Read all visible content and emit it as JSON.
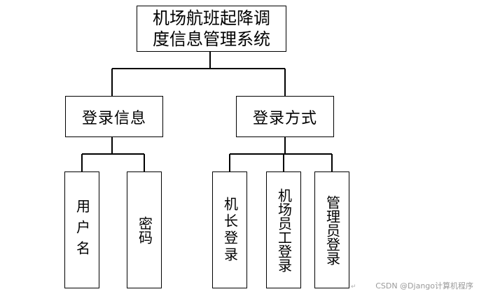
{
  "diagram": {
    "root": {
      "line1": "机场航班起降调",
      "line2": "度信息管理系统"
    },
    "branches": [
      {
        "label": "登录信息",
        "children": [
          "用户名",
          "密码"
        ]
      },
      {
        "label": "登录方式",
        "children": [
          "机长登录",
          "机场员工登录",
          "管理员登录"
        ]
      }
    ]
  },
  "watermark": {
    "text": "CSDN @Django计算机程序"
  },
  "colors": {
    "line": "#000000",
    "box_border": "#000000",
    "background": "#ffffff",
    "watermark": "#9a9a9a"
  }
}
